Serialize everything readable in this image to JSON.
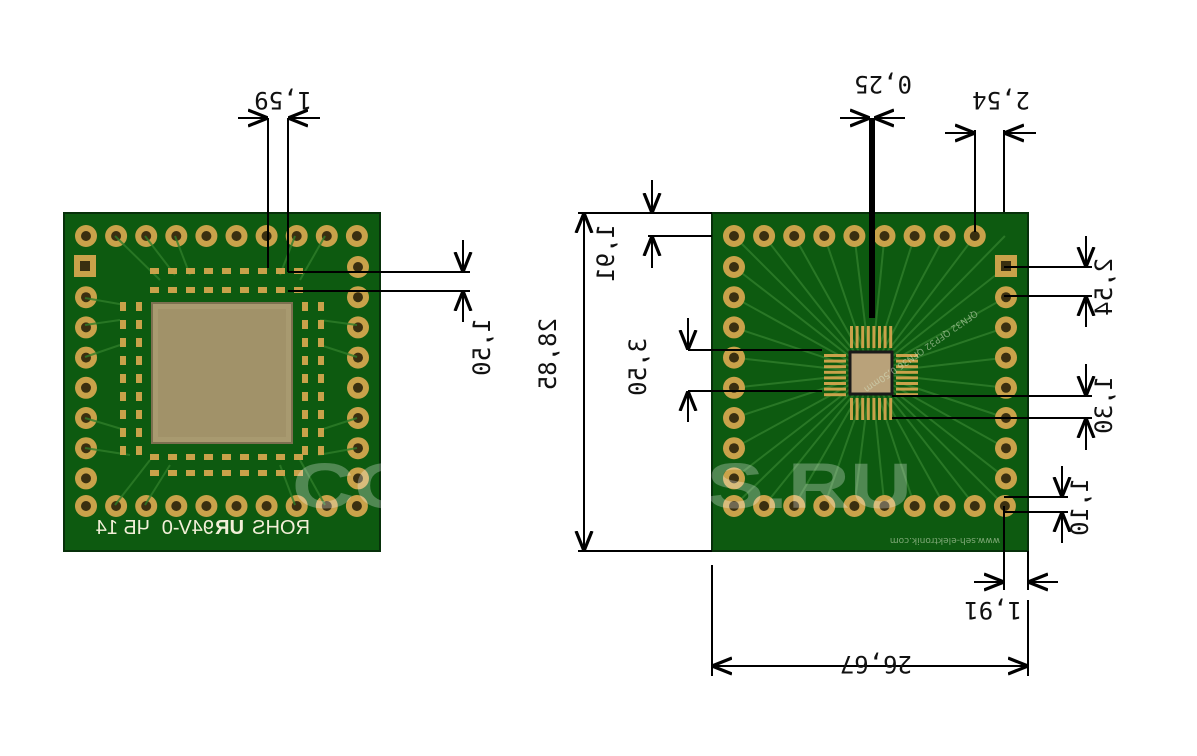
{
  "dimensions": {
    "left_pad_width": "1,59",
    "left_pad_pitch": "1,50",
    "center_pad_width": "0,25",
    "pin_pitch": "2,54",
    "edge_offset": "1,91",
    "left_span": "3,50",
    "board_height": "28,85",
    "right_pad_pitch_top": "2,54",
    "right_pitch_mid": "1,30",
    "right_pitch_bottom": "1,10",
    "bottom_edge": "1,91",
    "board_width": "26,67"
  },
  "left_board": {
    "marking": "ROHS",
    "ul": "94V-0",
    "date": "ЧБ 14"
  },
  "right_board": {
    "silk_url": "www.seh-elektronik.com",
    "silk_part": "QFN32 QFP32 QFN36 0,50mm"
  },
  "watermark": "CONTACTS.RU",
  "colors": {
    "board": "#0d5a10",
    "pad": "#c9a24a",
    "pad_hole": "#3a2f10",
    "line": "#000000"
  }
}
